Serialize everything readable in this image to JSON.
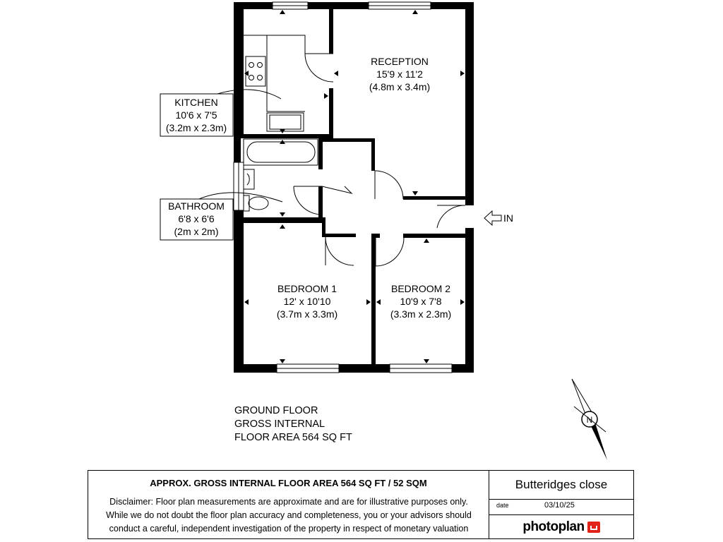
{
  "rooms": {
    "kitchen": {
      "name": "KITCHEN",
      "dims_imperial": "10'6 x 7'5",
      "dims_metric": "(3.2m x 2.3m)"
    },
    "reception": {
      "name": "RECEPTION",
      "dims_imperial": "15'9 x 11'2",
      "dims_metric": "(4.8m x 3.4m)"
    },
    "bathroom": {
      "name": "BATHROOM",
      "dims_imperial": "6'8 x 6'6",
      "dims_metric": "(2m x 2m)"
    },
    "bedroom1": {
      "name": "BEDROOM 1",
      "dims_imperial": "12' x 10'10",
      "dims_metric": "(3.7m x 3.3m)"
    },
    "bedroom2": {
      "name": "BEDROOM 2",
      "dims_imperial": "10'9 x 7'8",
      "dims_metric": "(3.3m x 2.3m)"
    }
  },
  "entrance_label": "IN",
  "compass_label": "N",
  "floor_info": {
    "line1": "GROUND FLOOR",
    "line2": "GROSS INTERNAL",
    "line3": "FLOOR AREA 564 SQ FT"
  },
  "footer": {
    "headline": "APPROX. GROSS INTERNAL FLOOR AREA 564 SQ FT / 52 SQM",
    "disclaimer_line1": "Disclaimer: Floor plan measurements are approximate and are for illustrative purposes only.",
    "disclaimer_line2": "While we do not doubt the floor plan accuracy and completeness, you or your advisors should",
    "disclaimer_line3": "conduct a careful, independent investigation of the property in respect of monetary valuation",
    "address": "Butteridges close",
    "date_label": "date",
    "date_value": "03/10/25",
    "brand": "photoplan"
  },
  "colors": {
    "wall": "#000000",
    "brand": "#e2231a"
  }
}
